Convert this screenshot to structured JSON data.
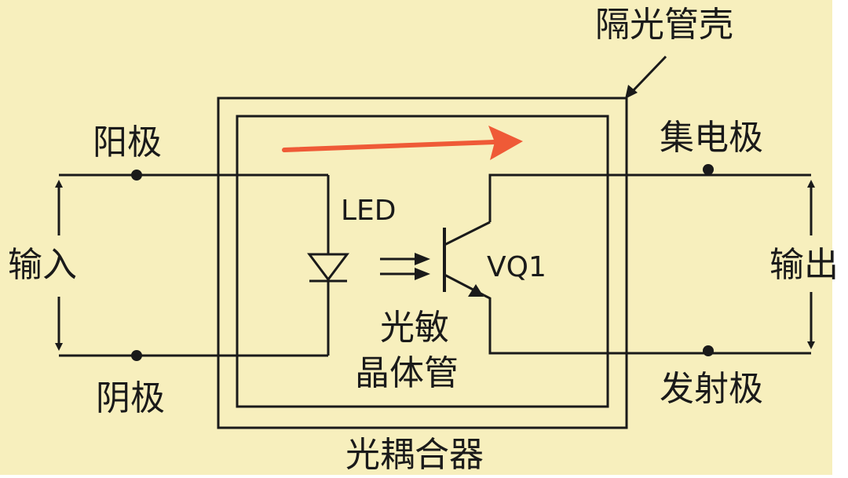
{
  "labels": {
    "shield_case": "隔光管壳",
    "anode": "阳极",
    "cathode": "阴极",
    "input": "输入",
    "led": "LED",
    "transistor_id": "VQ1",
    "phototransistor_line1": "光敏",
    "phototransistor_line2": "晶体管",
    "collector": "集电极",
    "emitter": "发射极",
    "output": "输出",
    "device": "光耦合器"
  },
  "colors": {
    "background": "#f7efbd",
    "line": "#1a1a1a",
    "arrow_accent": "#ef5a37"
  }
}
